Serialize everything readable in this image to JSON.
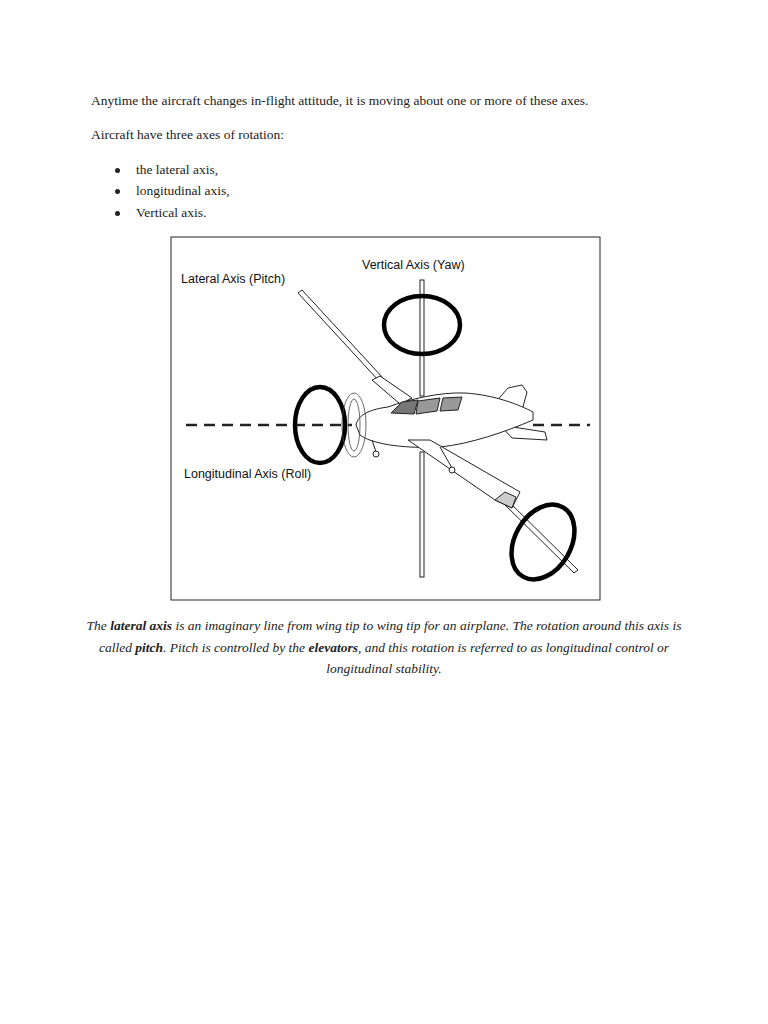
{
  "diagram": {
    "labels": [
      "Anytime the aircraft changes in-flight attitude, it is moving about one or more of these axes.",
      "Aircraft have three axes of rotation:",
      "the lateral axis,",
      "longitudinal axis,",
      "Vertical axis.",
      "Lateral Axis (Pitch)",
      "Vertical Axis (Yaw)",
      "Longitudinal Axis (Roll)",
      "The",
      "lateral axis",
      "is an imaginary line from wing tip to wing tip for an airplane. The rotation around this axis is called",
      "pitch",
      ". Pitch is controlled by the",
      "elevators",
      ", and this rotation is referred to as longitudinal control or longitudinal stability."
    ]
  }
}
